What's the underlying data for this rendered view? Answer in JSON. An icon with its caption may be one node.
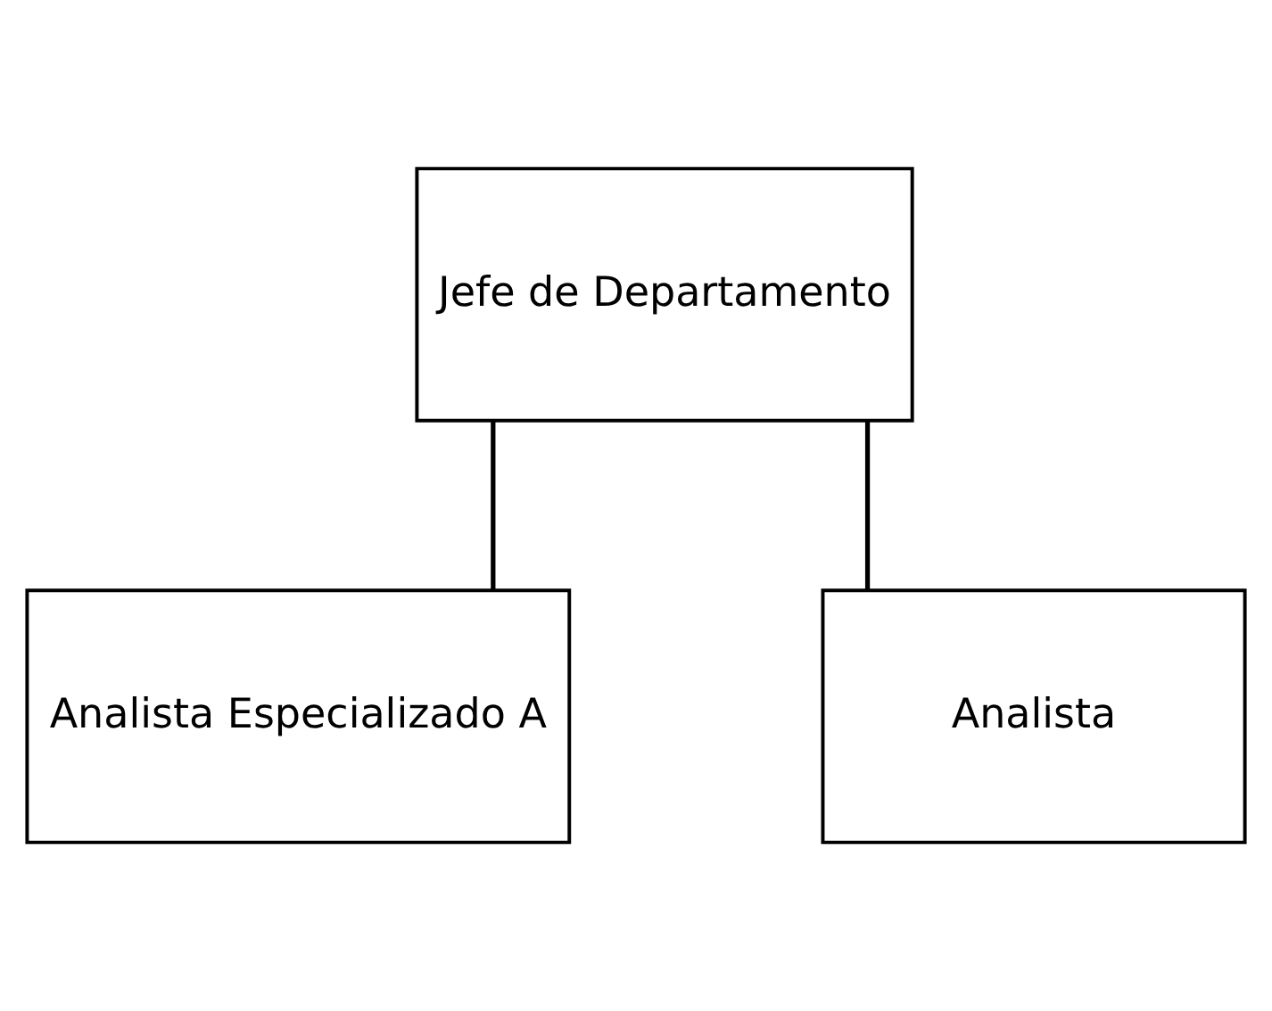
{
  "diagram": {
    "nodes": [
      {
        "text": [
          "Jefe de Departamento"
        ]
      },
      {
        "text": [
          "Analista Especializado A"
        ]
      },
      {
        "text": [
          "Analista"
        ]
      }
    ],
    "edges": [
      {
        "from": 0,
        "to": 1,
        "arrow": "none"
      },
      {
        "from": 0,
        "to": 2,
        "arrow": "none"
      }
    ]
  }
}
